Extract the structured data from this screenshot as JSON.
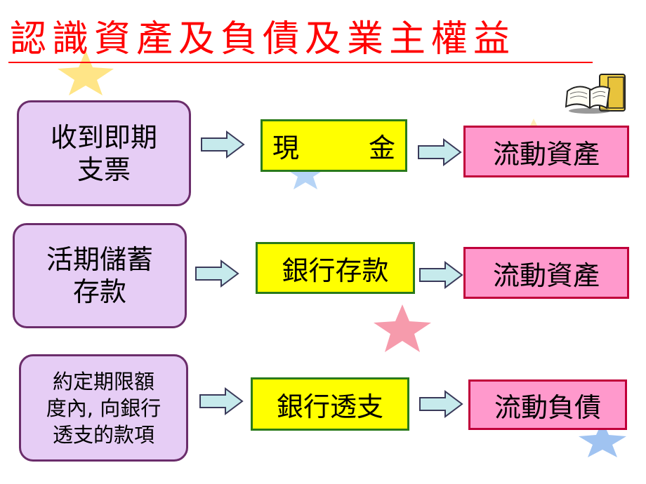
{
  "title": "認識資產及負債及業主權益",
  "colors": {
    "title": "#ff0000",
    "source_fill": "#e6cdf5",
    "source_border": "#6b2d6b",
    "middle_fill": "#ffff00",
    "middle_border": "#2a7a1a",
    "result_fill": "#ff99cc",
    "result_border": "#c0003a",
    "arrow_fill": "#c6eaec",
    "arrow_stroke": "#3a3a5a"
  },
  "icons": [
    "book-folder-icon",
    "star-icon"
  ],
  "rows": [
    {
      "source_lines": [
        "收到即期",
        "支票"
      ],
      "middle_left": "現",
      "middle_right": "金",
      "result": "流動資產"
    },
    {
      "source_lines": [
        "活期儲蓄",
        "存款"
      ],
      "middle": "銀行存款",
      "result": "流動資產"
    },
    {
      "source_lines": [
        "約定期限額",
        "度內, 向銀行",
        "透支的款項"
      ],
      "middle": "銀行透支",
      "result": "流動負債"
    }
  ]
}
